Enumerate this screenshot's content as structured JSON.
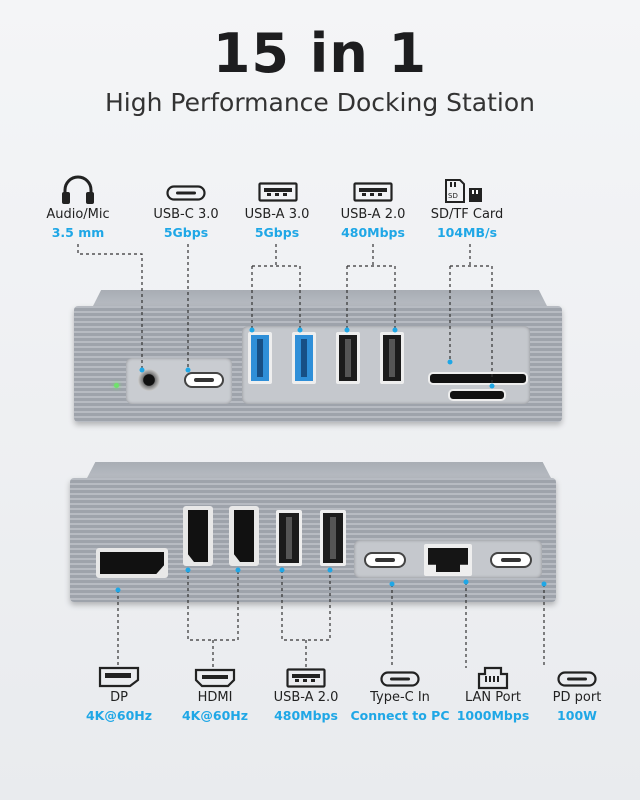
{
  "heading": {
    "title": "15 in 1",
    "subtitle": "High Performance Docking Station"
  },
  "colors": {
    "accent": "#1fa7e6",
    "usb3_port": "#2f8fd8",
    "dock_metal": "#a7acb3"
  },
  "top_ports": [
    {
      "name": "Audio/Mic",
      "spec": "3.5 mm",
      "icon": "headphones-icon"
    },
    {
      "name": "USB-C 3.0",
      "spec": "5Gbps",
      "icon": "usb-c-icon"
    },
    {
      "name": "USB-A 3.0",
      "spec": "5Gbps",
      "icon": "usb-a-icon"
    },
    {
      "name": "USB-A 2.0",
      "spec": "480Mbps",
      "icon": "usb-a-icon"
    },
    {
      "name": "SD/TF Card",
      "spec": "104MB/s",
      "icon": "sd-card-icon"
    }
  ],
  "bottom_ports": [
    {
      "name": "DP",
      "spec": "4K@60Hz",
      "icon": "displayport-icon"
    },
    {
      "name": "HDMI",
      "spec": "4K@60Hz",
      "icon": "hdmi-icon"
    },
    {
      "name": "USB-A 2.0",
      "spec": "480Mbps",
      "icon": "usb-a-icon"
    },
    {
      "name": "Type-C In",
      "spec": "Connect to PC",
      "icon": "usb-c-icon"
    },
    {
      "name": "LAN Port",
      "spec": "1000Mbps",
      "icon": "ethernet-icon"
    },
    {
      "name": "PD port",
      "spec": "100W",
      "icon": "usb-c-icon"
    }
  ]
}
